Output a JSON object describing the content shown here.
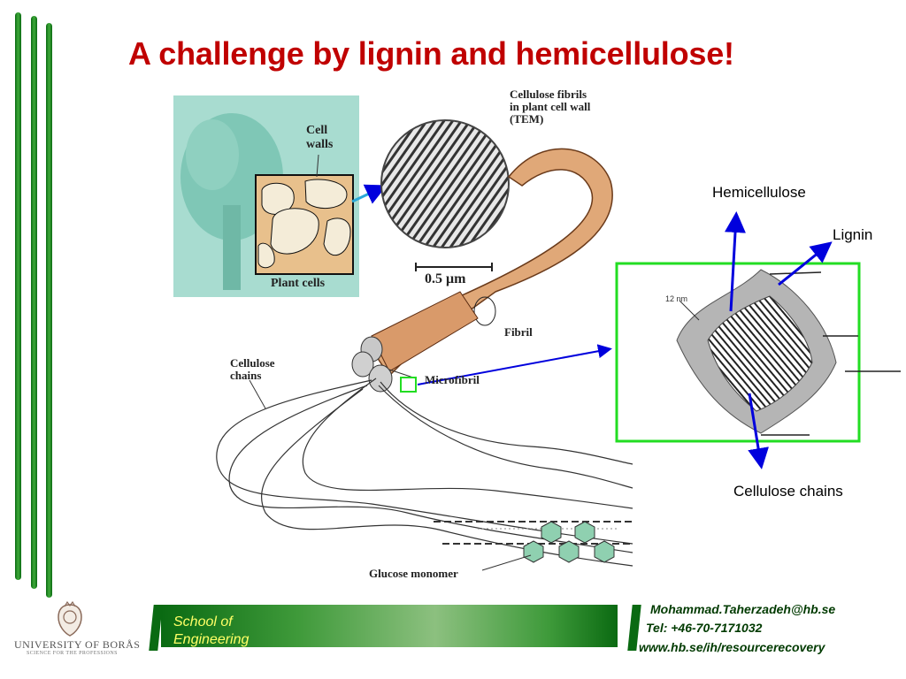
{
  "slide": {
    "title": "A challenge by lignin and hemicellulose!"
  },
  "figure": {
    "cell_walls_label": "Cell\nwalls",
    "plant_cells_label": "Plant cells",
    "tem_label": "Cellulose fibrils\nin plant cell wall\n(TEM)",
    "scale_label": "0.5 μm",
    "fibril_label": "Fibril",
    "microfibril_label": "Microfibril",
    "cellulose_chains_left_label": "Cellulose\nchains",
    "glucose_label": "Glucose monomer",
    "scale_12nm": "12 nm"
  },
  "callouts": {
    "hemicellulose": "Hemicellulose",
    "lignin": "Lignin",
    "cellulose_chains": "Cellulose chains"
  },
  "footer": {
    "school_line1": "School of",
    "school_line2": "Engineering",
    "email": "Mohammad.Taherzadeh@hb.se",
    "tel": "Tel: +46-70-7171032",
    "web": "www.hb.se/ih/resourcerecovery",
    "university": "UNIVERSITY OF BORÅS",
    "university_tagline": "SCIENCE FOR THE PROFESSIONS"
  },
  "colors": {
    "title": "#c00000",
    "bars": "#0a7a12",
    "highlight_box": "#22dd22",
    "arrows": "#0000dd"
  }
}
